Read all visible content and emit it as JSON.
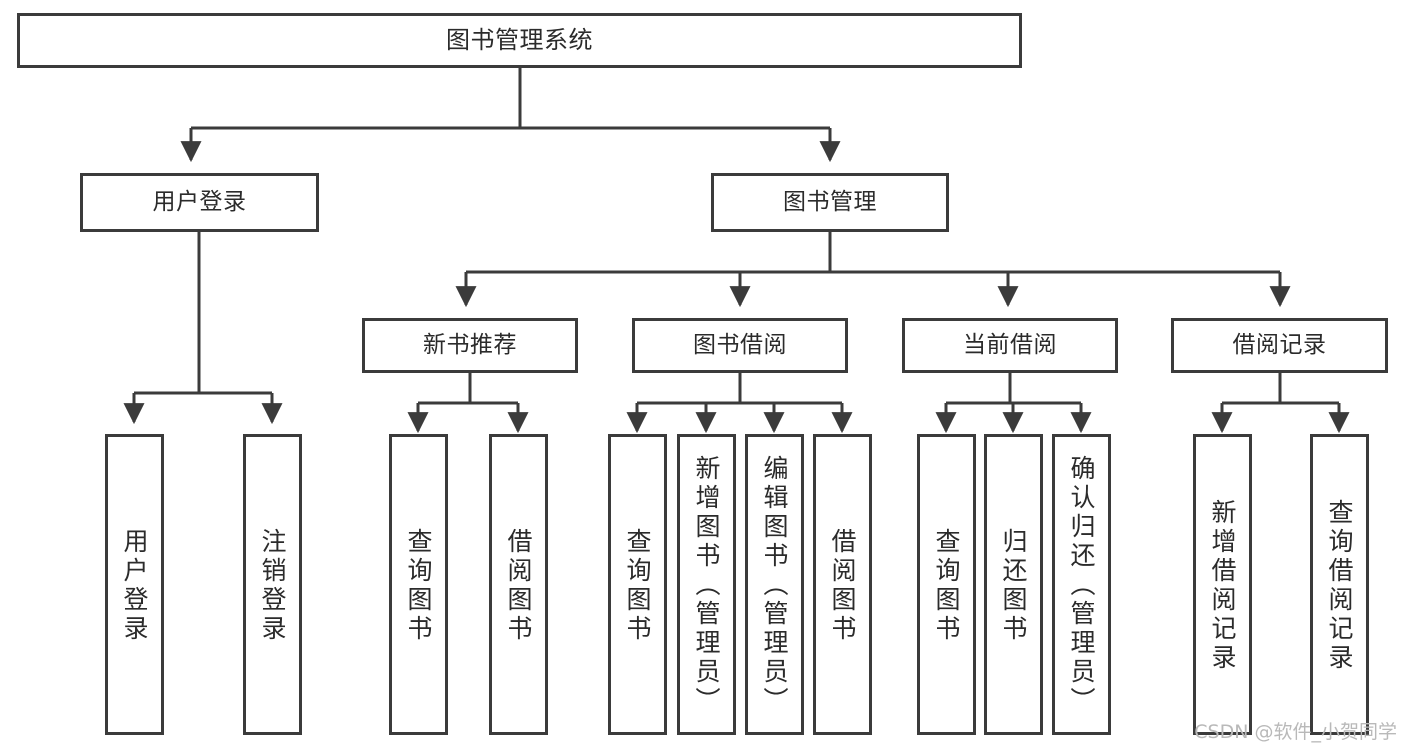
{
  "diagram": {
    "title": "图书管理系统",
    "type": "tree",
    "root": {
      "label": "图书管理系统"
    },
    "level2": [
      {
        "label": "用户登录"
      },
      {
        "label": "图书管理"
      }
    ],
    "level3": [
      {
        "label": "新书推荐"
      },
      {
        "label": "图书借阅"
      },
      {
        "label": "当前借阅"
      },
      {
        "label": "借阅记录"
      }
    ],
    "leaves": {
      "user_login": [
        {
          "label": "用户登录"
        },
        {
          "label": "注销登录"
        }
      ],
      "new_book_recommend": [
        {
          "label": "查询图书"
        },
        {
          "label": "借阅图书"
        }
      ],
      "book_borrow": [
        {
          "label": "查询图书"
        },
        {
          "label": "新增图书（管理员）"
        },
        {
          "label": "编辑图书（管理员）"
        },
        {
          "label": "借阅图书"
        }
      ],
      "current_borrow": [
        {
          "label": "查询图书"
        },
        {
          "label": "归还图书"
        },
        {
          "label": "确认归还（管理员）"
        }
      ],
      "borrow_record": [
        {
          "label": "新增借阅记录"
        },
        {
          "label": "查询借阅记录"
        }
      ]
    },
    "watermark": "CSDN @软件_小贺同学",
    "colors": {
      "stroke": "#3b3b3b",
      "fill": "#ffffff",
      "text": "#2b2b2b",
      "watermark": "#b9b9b9"
    }
  }
}
